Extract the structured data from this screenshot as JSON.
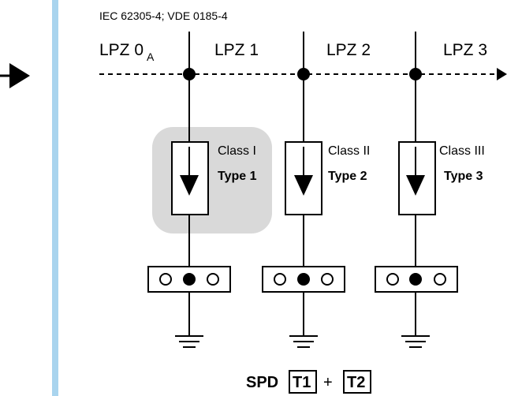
{
  "standard_text": "IEC 62305-4; VDE 0185-4",
  "zones": {
    "lpz0a_main": "LPZ 0",
    "lpz0a_sub": "A",
    "lpz1": "LPZ 1",
    "lpz2": "LPZ 2",
    "lpz3": "LPZ 3"
  },
  "spds": [
    {
      "class_label": "Class I",
      "type_label": "Type 1",
      "highlighted": true
    },
    {
      "class_label": "Class II",
      "type_label": "Type 2",
      "highlighted": false
    },
    {
      "class_label": "Class III",
      "type_label": "Type 3",
      "highlighted": false
    }
  ],
  "footer": {
    "prefix": "SPD",
    "badge1": "T1",
    "plus": "+",
    "badge2": "T2"
  },
  "colors": {
    "sidebar_bar": "#a9d4ee",
    "highlight": "#d9d9d9",
    "line": "#000000"
  }
}
